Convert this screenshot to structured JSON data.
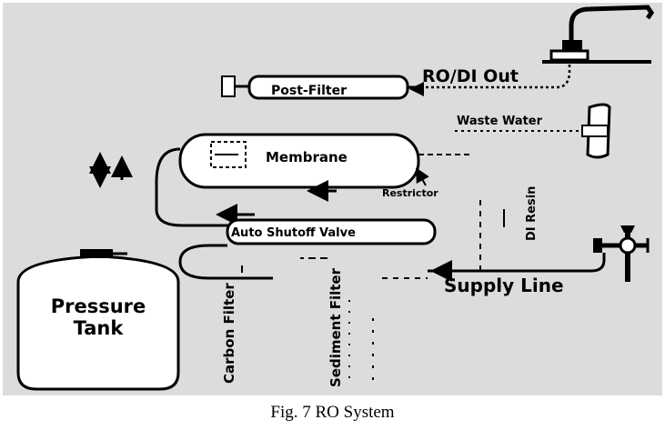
{
  "diagram": {
    "labels": {
      "ro_di_out": "RO/DI Out",
      "post_filter": "Post-Filter",
      "waste_water": "Waste Water",
      "membrane": "Membrane",
      "restrictor": "Restrictor",
      "auto_shutoff_valve": "Auto Shutoff Valve",
      "di_resin": "DI Resin",
      "supply_line": "Supply Line",
      "pressure_tank_line1": "Pressure",
      "pressure_tank_line2": "Tank",
      "carbon_filter": "Carbon Filter",
      "sediment_filter": "Sediment Filter"
    }
  },
  "caption": "Fig. 7 RO System"
}
